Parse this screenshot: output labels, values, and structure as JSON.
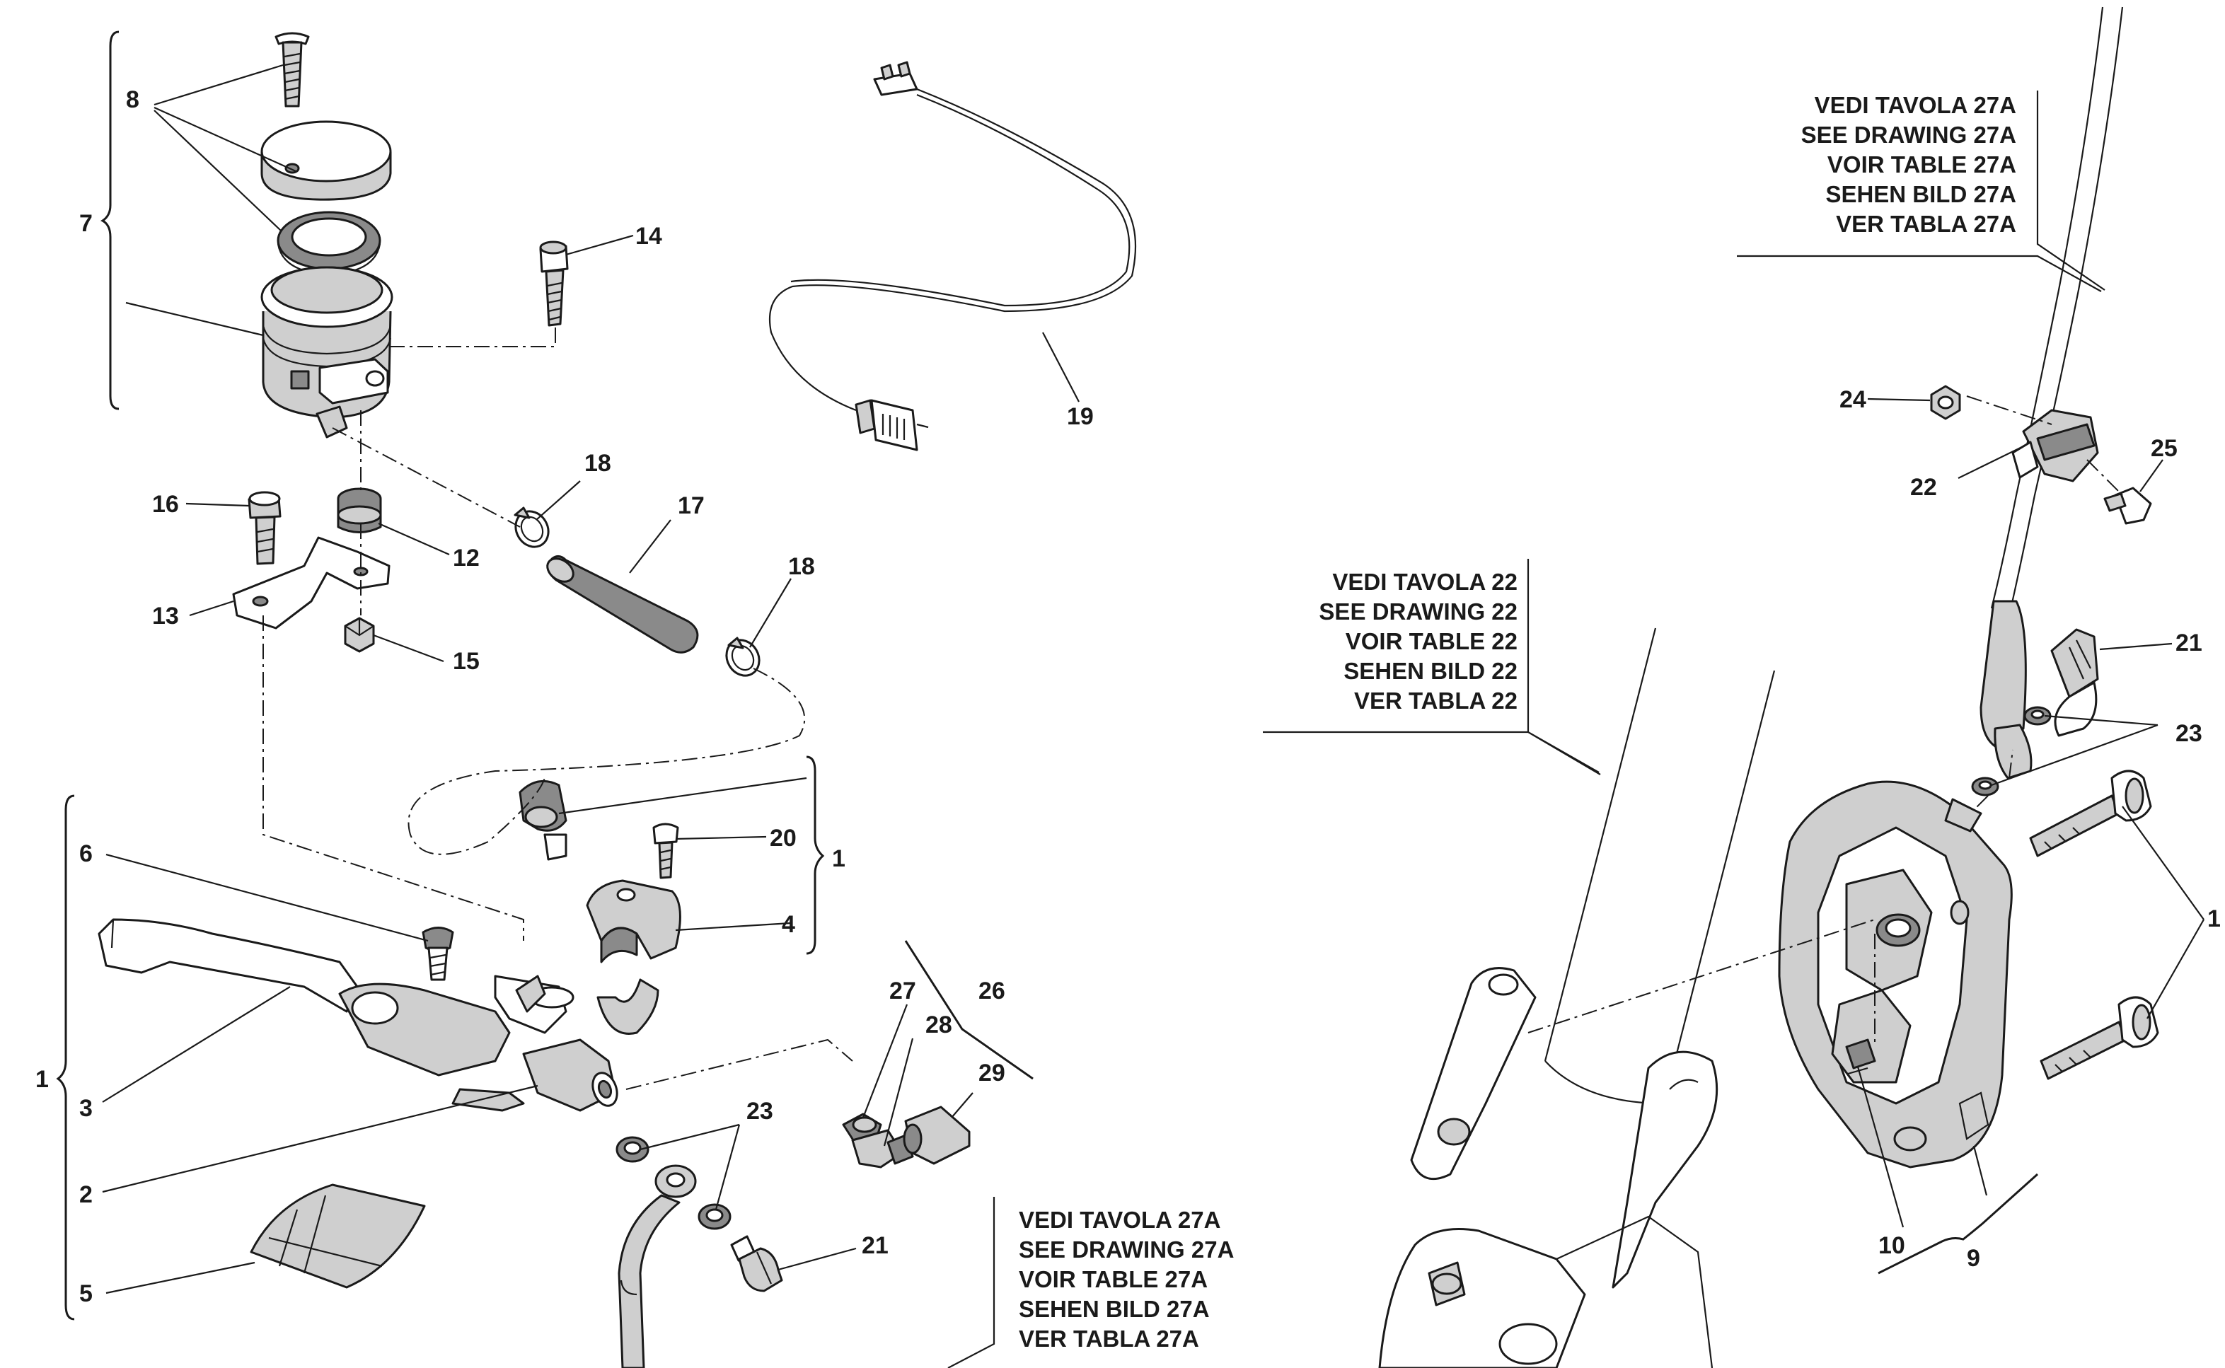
{
  "callouts": [
    {
      "id": "c8",
      "text": "8"
    },
    {
      "id": "c7",
      "text": "7"
    },
    {
      "id": "c14",
      "text": "14"
    },
    {
      "id": "c18a",
      "text": "18"
    },
    {
      "id": "c17",
      "text": "17"
    },
    {
      "id": "c18b",
      "text": "18"
    },
    {
      "id": "c16",
      "text": "16"
    },
    {
      "id": "c12",
      "text": "12"
    },
    {
      "id": "c13",
      "text": "13"
    },
    {
      "id": "c15",
      "text": "15"
    },
    {
      "id": "c19",
      "text": "19"
    },
    {
      "id": "c6",
      "text": "6"
    },
    {
      "id": "c20",
      "text": "20"
    },
    {
      "id": "c1a",
      "text": "1"
    },
    {
      "id": "c4",
      "text": "4"
    },
    {
      "id": "c1b",
      "text": "1"
    },
    {
      "id": "c3",
      "text": "3"
    },
    {
      "id": "c2",
      "text": "2"
    },
    {
      "id": "c27",
      "text": "27"
    },
    {
      "id": "c26",
      "text": "26"
    },
    {
      "id": "c28",
      "text": "28"
    },
    {
      "id": "c29",
      "text": "29"
    },
    {
      "id": "c23a",
      "text": "23"
    },
    {
      "id": "c21a",
      "text": "21"
    },
    {
      "id": "c5",
      "text": "5"
    },
    {
      "id": "c24",
      "text": "24"
    },
    {
      "id": "c25",
      "text": "25"
    },
    {
      "id": "c22",
      "text": "22"
    },
    {
      "id": "c21b",
      "text": "21"
    },
    {
      "id": "c23b",
      "text": "23"
    },
    {
      "id": "c11",
      "text": "1"
    },
    {
      "id": "c10",
      "text": "10"
    },
    {
      "id": "c9",
      "text": "9"
    }
  ],
  "references": {
    "top_right": [
      "VEDI TAVOLA 27A",
      "SEE DRAWING 27A",
      "VOIR TABLE 27A",
      "SEHEN BILD 27A",
      "VER TABLA 27A"
    ],
    "middle": [
      "VEDI TAVOLA 22",
      "SEE DRAWING 22",
      "VOIR TABLE 22",
      "SEHEN BILD 22",
      "VER TABLA 22"
    ],
    "bottom": [
      "VEDI TAVOLA 27A",
      "SEE DRAWING 27A",
      "VOIR TABLE 27A",
      "SEHEN BILD 27A",
      "VER TABLA 27A"
    ]
  }
}
